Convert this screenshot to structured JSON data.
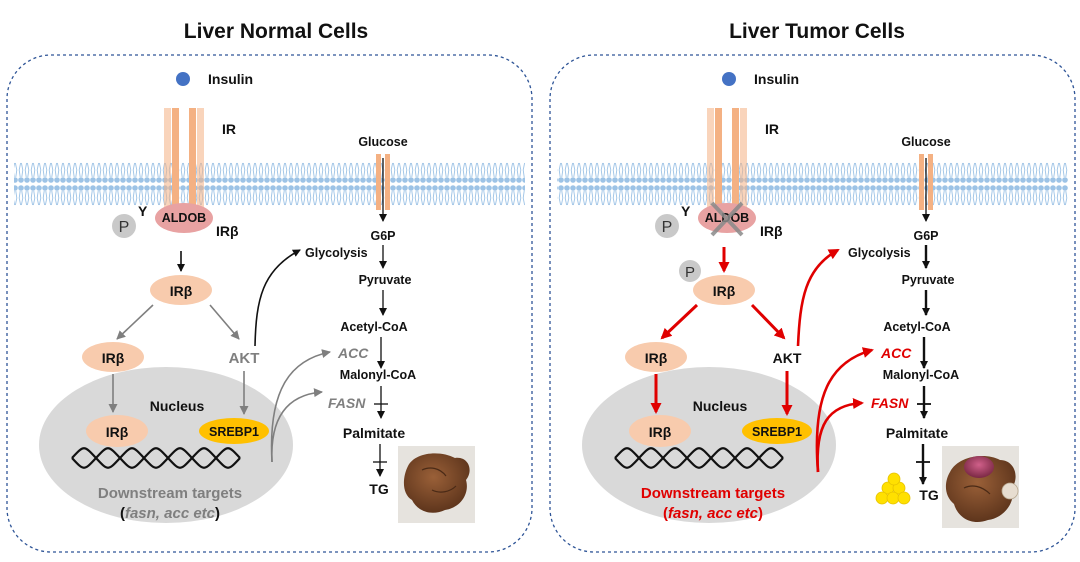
{
  "normal": {
    "title": "Liver Normal Cells",
    "insulin": "Insulin",
    "ir": "IR",
    "aldob": "ALDOB",
    "p": "P",
    "y": "Y",
    "irb_receptor": "IRβ",
    "irb_center": "IRβ",
    "irb_left": "IRβ",
    "akt": "AKT",
    "nucleus": "Nucleus",
    "irb_nucleus": "IRβ",
    "srebp1": "SREBP1",
    "downstream": "Downstream targets",
    "targets_open": "(",
    "targets_genes": "fasn, acc etc",
    "targets_close": ")",
    "glucose": "Glucose",
    "g6p": "G6P",
    "glycolysis": "Glycolysis",
    "pyruvate": "Pyruvate",
    "acetyl": "Acetyl-CoA",
    "acc": "ACC",
    "malonyl": "Malonyl-CoA",
    "fasn": "FASN",
    "palmitate": "Palmitate",
    "tg": "TG"
  },
  "tumor": {
    "title": "Liver Tumor Cells",
    "insulin": "Insulin",
    "ir": "IR",
    "aldob": "ALDOB",
    "p": "P",
    "y": "Y",
    "p2": "P",
    "irb_receptor": "IRβ",
    "irb_center": "IRβ",
    "irb_left": "IRβ",
    "akt": "AKT",
    "nucleus": "Nucleus",
    "irb_nucleus": "IRβ",
    "srebp1": "SREBP1",
    "downstream": "Downstream targets",
    "targets_open": "(",
    "targets_genes": "fasn, acc etc",
    "targets_close": ")",
    "glucose": "Glucose",
    "g6p": "G6P",
    "glycolysis": "Glycolysis",
    "pyruvate": "Pyruvate",
    "acetyl": "Acetyl-CoA",
    "acc": "ACC",
    "malonyl": "Malonyl-CoA",
    "fasn": "FASN",
    "palmitate": "Palmitate",
    "tg": "TG"
  },
  "colors": {
    "insulin": "#4472c4",
    "receptor": "#f4b183",
    "aldob": "#e8a2a2",
    "protein": "#f8cbad",
    "srebp": "#ffc000",
    "nucleus": "#d9d9d9",
    "membrane": "#9dc3e6",
    "active": "#e00000",
    "inactive": "#7f7f7f",
    "lipid": "#ffe000",
    "liver": "#7a4a2a"
  }
}
